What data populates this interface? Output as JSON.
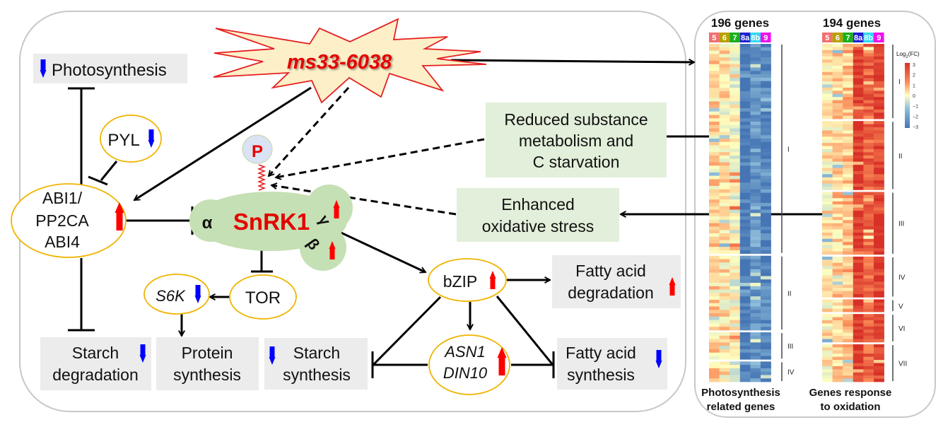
{
  "trigger": {
    "label": "ms33-6038"
  },
  "phosphate": {
    "label": "P"
  },
  "snrk1": {
    "label": "SnRK1",
    "alpha": "α",
    "gamma": "γ",
    "beta": "β"
  },
  "nodes": {
    "photosynthesis": {
      "label": "Photosynthesis",
      "trend": "down"
    },
    "pyl": {
      "label": "PYL",
      "trend": "down"
    },
    "abi": {
      "lines": [
        "ABI1/",
        "PP2CA",
        "ABI4"
      ],
      "trend": "up"
    },
    "tor": {
      "label": "TOR"
    },
    "s6k": {
      "label": "S6K",
      "trend": "down"
    },
    "bzip": {
      "label": "bZIP",
      "trend": "up"
    },
    "asn1": {
      "lines": [
        "ASN1",
        "DIN10"
      ],
      "trend": "up"
    },
    "reduced": {
      "lines": [
        "Reduced substance",
        "metabolism and",
        "C starvation"
      ]
    },
    "oxidative": {
      "lines": [
        "Enhanced",
        "oxidative stress"
      ]
    },
    "starch_deg": {
      "lines": [
        "Starch",
        "degradation"
      ],
      "trend": "down"
    },
    "protein_syn": {
      "lines": [
        "Protein",
        "synthesis"
      ]
    },
    "starch_syn": {
      "lines": [
        "Starch",
        "synthesis"
      ],
      "trend": "down"
    },
    "fa_deg": {
      "lines": [
        "Fatty acid",
        "degradation"
      ],
      "trend": "up"
    },
    "fa_syn": {
      "lines": [
        "Fatty acid",
        "synthesis"
      ],
      "trend": "down"
    }
  },
  "heatmaps": {
    "samples": [
      {
        "label": "5",
        "color": "#f07070"
      },
      {
        "label": "6",
        "color": "#b8a000"
      },
      {
        "label": "7",
        "color": "#19b019"
      },
      {
        "label": "8a",
        "color": "#2020d0"
      },
      {
        "label": "8b",
        "color": "#30d8f0"
      },
      {
        "label": "9",
        "color": "#f010f0"
      }
    ],
    "left": {
      "title": "196 genes",
      "caption": [
        "Photosynthesis",
        "related genes"
      ],
      "clusters": [
        {
          "label": "I",
          "rows": 62
        },
        {
          "label": "II",
          "rows": 22
        },
        {
          "label": "III",
          "rows": 8
        },
        {
          "label": "IV",
          "rows": 6
        }
      ],
      "profile": [
        0.5,
        0.35,
        -0.1,
        -2.9,
        -2.2,
        -2.7
      ]
    },
    "right": {
      "title": "194 genes",
      "caption": [
        "Genes response",
        "to oxidation"
      ],
      "clusters": [
        {
          "label": "I",
          "rows": 24
        },
        {
          "label": "II",
          "rows": 22
        },
        {
          "label": "III",
          "rows": 20
        },
        {
          "label": "IV",
          "rows": 13
        },
        {
          "label": "V",
          "rows": 4
        },
        {
          "label": "VI",
          "rows": 9
        },
        {
          "label": "VII",
          "rows": 12
        }
      ],
      "profile": [
        0.3,
        0.6,
        0.8,
        2.9,
        2.1,
        2.7
      ]
    },
    "legend": {
      "title": "Log2(FC)",
      "ticks": [
        3,
        2,
        1,
        0,
        -1,
        -2,
        -3
      ]
    }
  },
  "colors": {
    "up": "#ff0000",
    "down": "#0000ff",
    "snrk": "#c5e0b4",
    "ellipse": "#f0b400",
    "box": "#ececec",
    "greenbox": "#e2efda"
  }
}
